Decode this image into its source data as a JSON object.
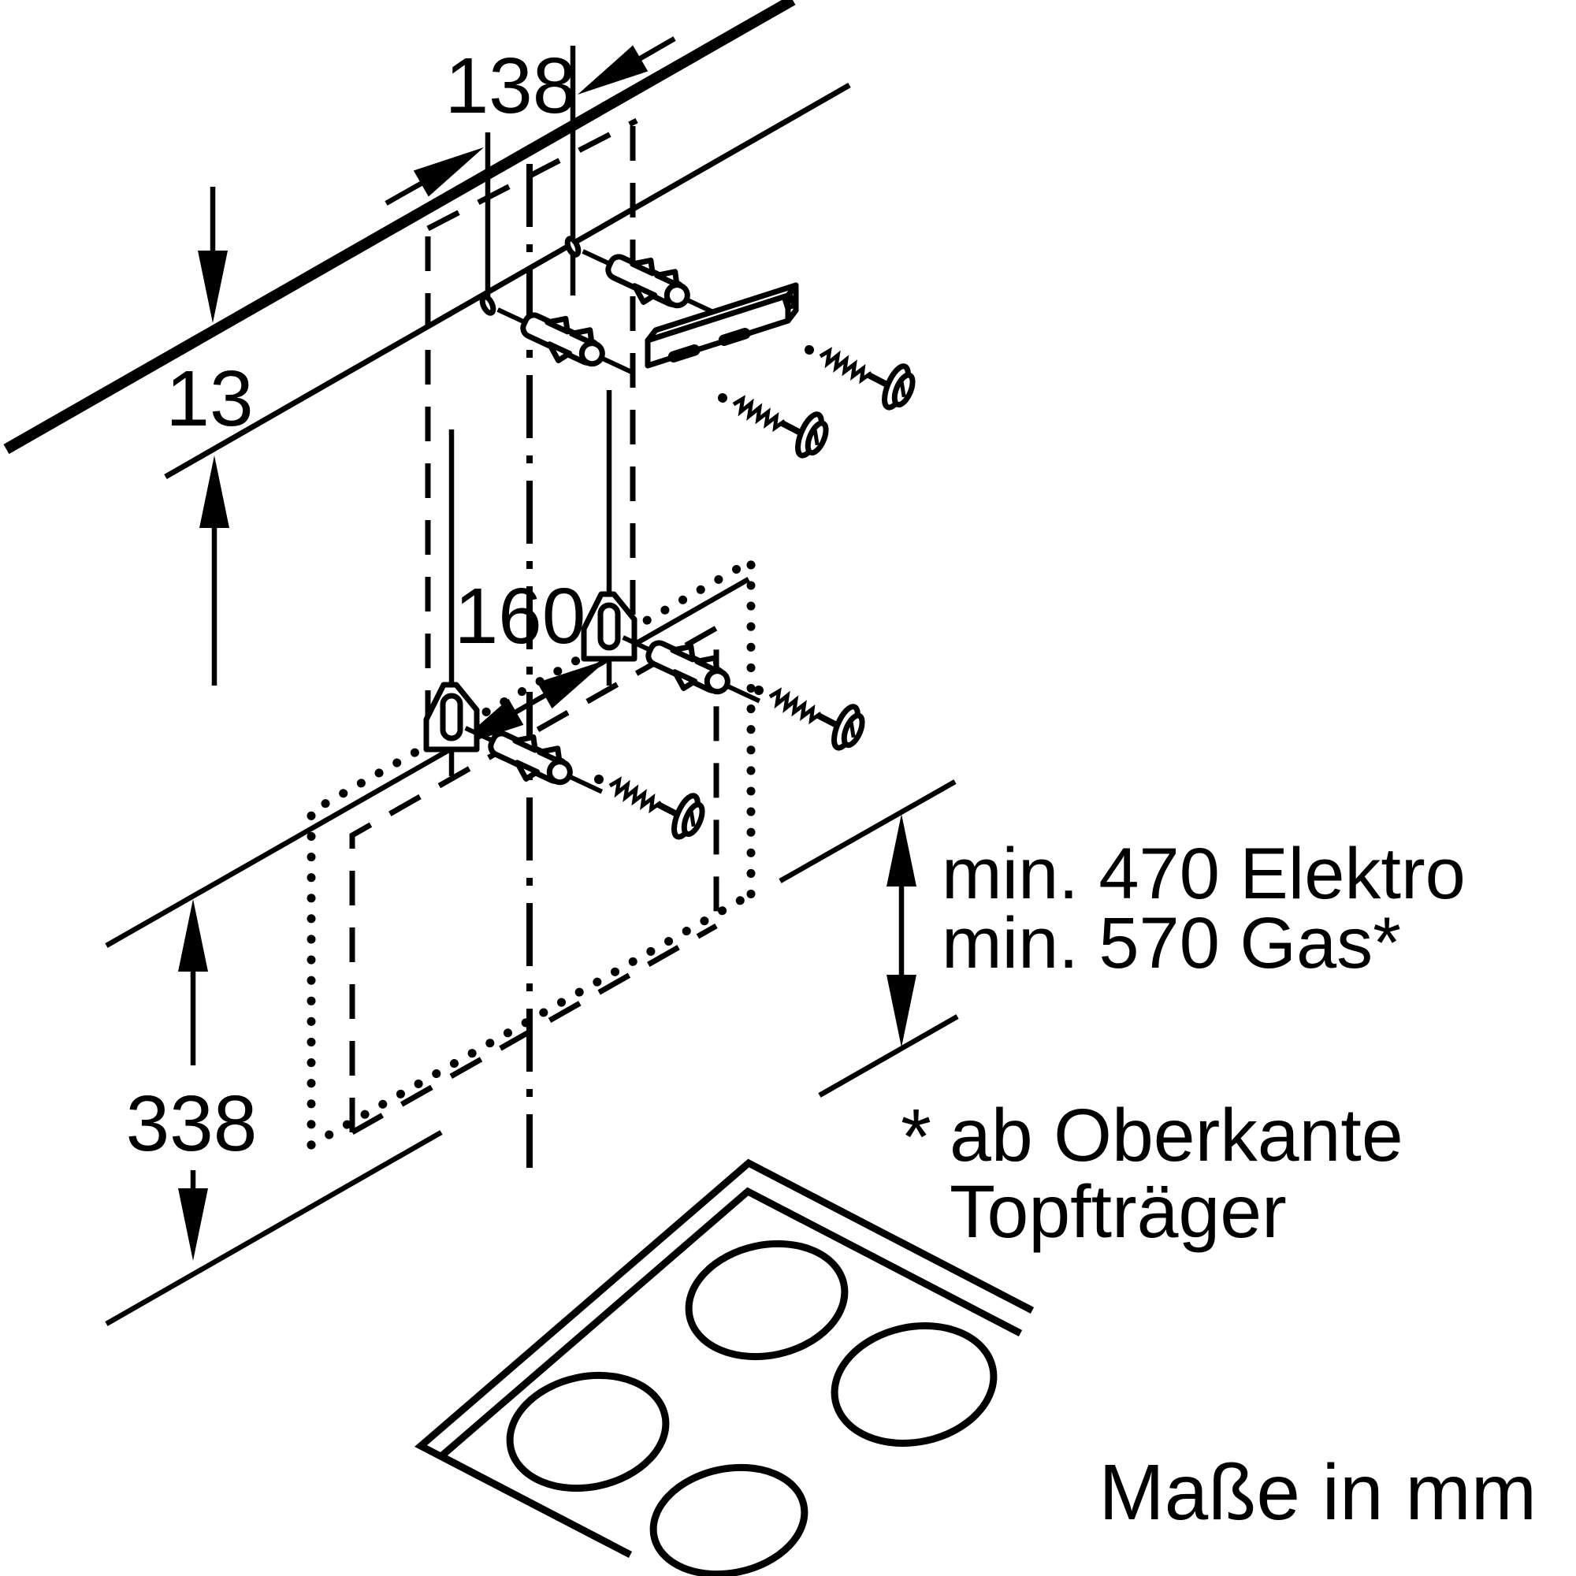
{
  "diagram": {
    "type": "appliance-installation-drawing",
    "subject": "wall-mounted cooker hood mounting dimensions above a 4-burner hob",
    "colors": {
      "line": "#000000",
      "background": "#ffffff"
    },
    "labels": {
      "dim_top_hole_spacing": "138",
      "dim_wall_offset": "13",
      "dim_bracket_spacing": "160",
      "dim_bracket_height": "338",
      "clearance_electric": "min. 470 Elektro",
      "clearance_gas": "min. 570 Gas*",
      "footnote_marker": "*",
      "footnote_line1": "ab Oberkante",
      "footnote_line2": "Topfträger",
      "units_note": "Maße in mm"
    },
    "parts": {
      "wall_anchors": 4,
      "screws": 4,
      "keyhole_brackets": 2,
      "mounting_rail": 1,
      "burners": 4
    }
  }
}
